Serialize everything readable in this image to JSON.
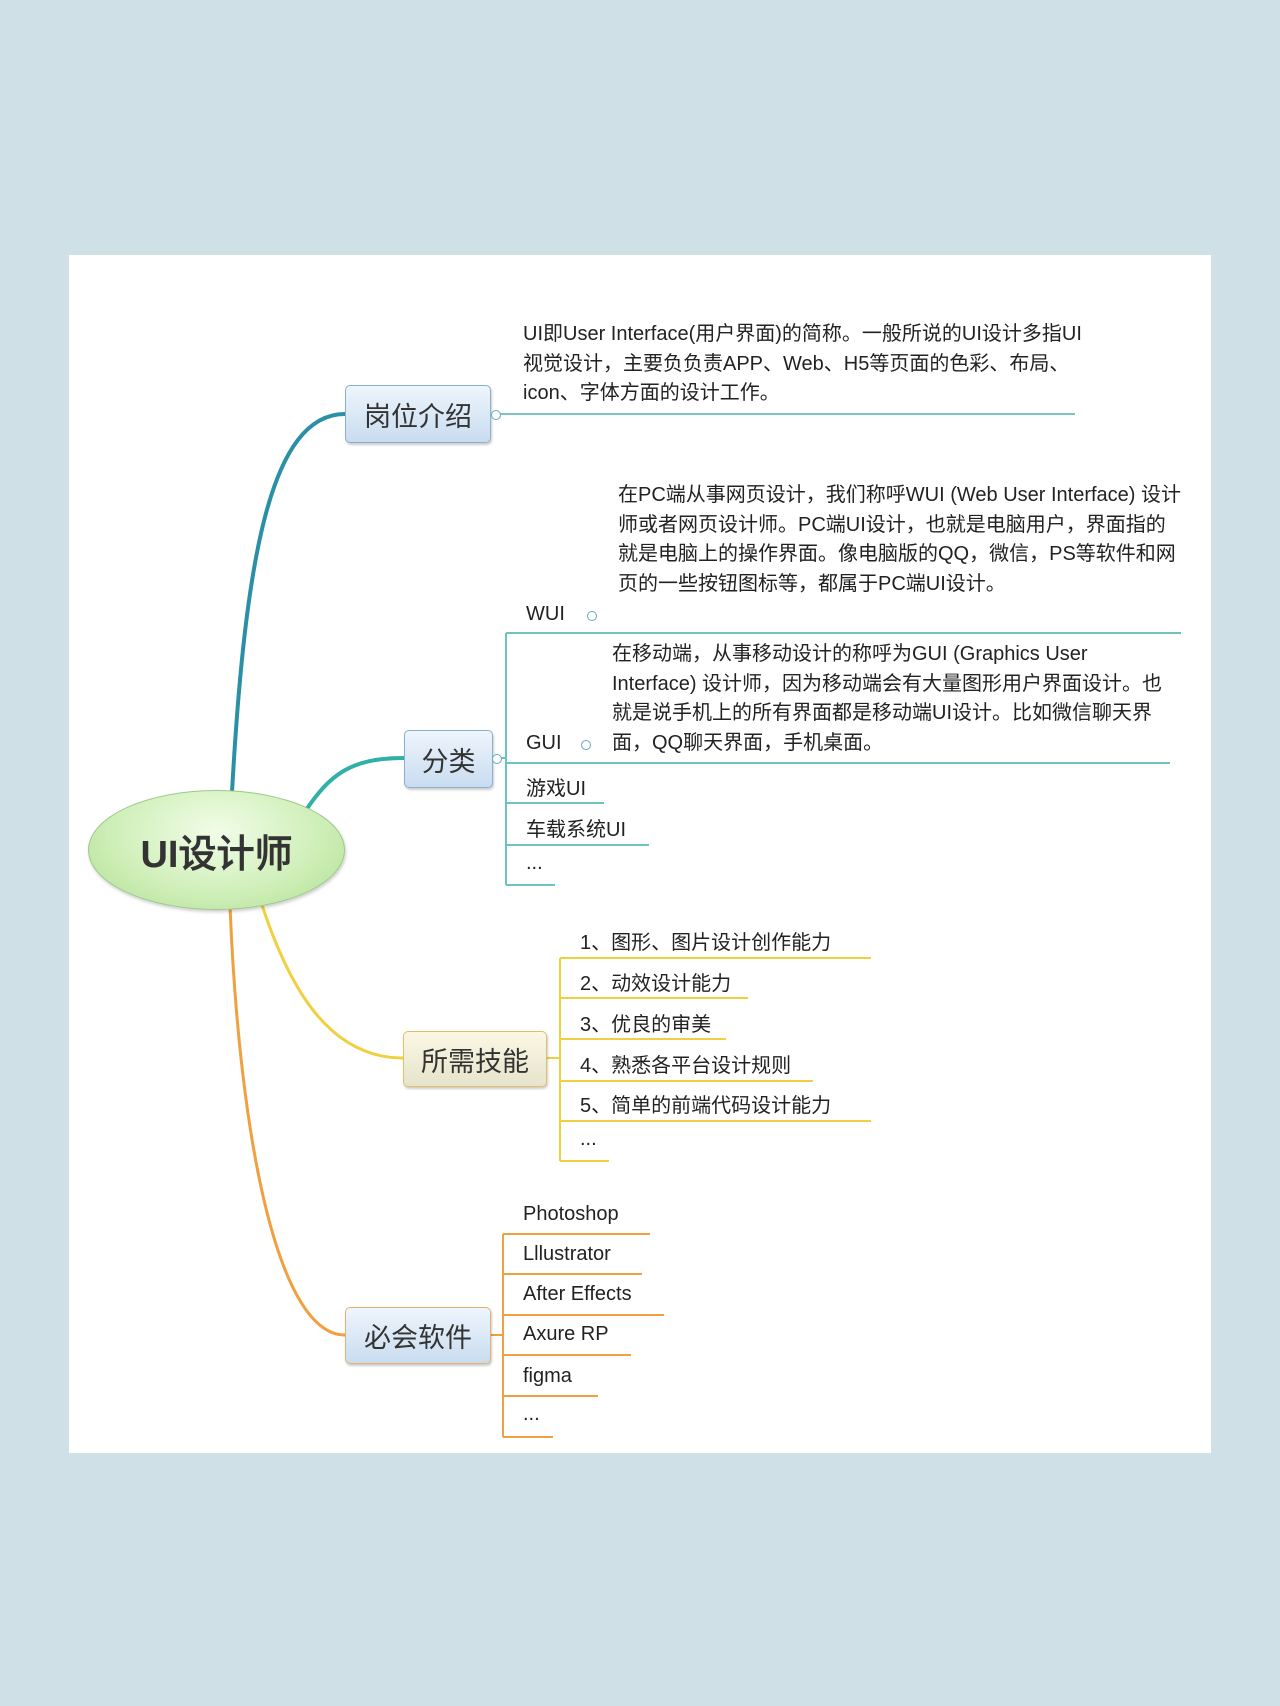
{
  "central": "UI设计师",
  "colors": {
    "background": "#cfe1e6",
    "teal": "#3aa9a6",
    "yellow": "#f0d040",
    "orange": "#f0a040"
  },
  "branches": {
    "intro": {
      "label": "岗位介绍",
      "text": "UI即User Interface(用户界面)的简称。一般所说的UI设计多指UI视觉设计，主要负负责APP、Web、H5等页面的色彩、布局、icon、字体方面的设计工作。"
    },
    "category": {
      "label": "分类",
      "items": [
        {
          "label": "WUI",
          "text": "在PC端从事网页设计，我们称呼WUI (Web User Interface) 设计师或者网页设计师。PC端UI设计，也就是电脑用户，界面指的就是电脑上的操作界面。像电脑版的QQ，微信，PS等软件和网页的一些按钮图标等，都属于PC端UI设计。"
        },
        {
          "label": "GUI",
          "text": "在移动端，从事移动设计的称呼为GUI (Graphics User Interface) 设计师，因为移动端会有大量图形用户界面设计。也就是说手机上的所有界面都是移动端UI设计。比如微信聊天界面，QQ聊天界面，手机桌面。"
        },
        {
          "label": "游戏UI"
        },
        {
          "label": "车载系统UI"
        },
        {
          "label": "..."
        }
      ]
    },
    "skills": {
      "label": "所需技能",
      "items": [
        "1、图形、图片设计创作能力",
        "2、动效设计能力",
        "3、优良的审美",
        "4、熟悉各平台设计规则",
        "5、简单的前端代码设计能力",
        "..."
      ]
    },
    "software": {
      "label": "必会软件",
      "items": [
        "Photoshop",
        "Lllustrator",
        "After Effects",
        "Axure RP",
        "figma",
        "..."
      ]
    }
  }
}
